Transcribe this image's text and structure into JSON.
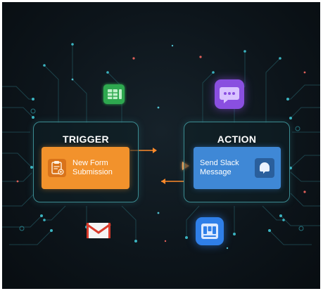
{
  "trigger": {
    "title": "TRIGGER",
    "card_line1": "New Form",
    "card_line2": "Submission"
  },
  "action": {
    "title": "ACTION",
    "card_line1": "Send Slack",
    "card_line2": "Message"
  },
  "colors": {
    "background": "#0d151b",
    "panel_border": "#3b8a90",
    "trigger_card": "#f2922c",
    "action_card": "#3f88d6",
    "connector": "#ff8a2a",
    "sheets_icon": "#2fa84f",
    "chat_icon": "#8a4fe0",
    "mail_icon": "#d93a2b",
    "tasks_icon": "#2f7fe8"
  },
  "icons": {
    "top_left": "spreadsheet-icon",
    "top_right": "chat-bubble-icon",
    "bottom_left": "mail-icon",
    "bottom_right": "task-board-icon",
    "trigger_card": "clipboard-icon",
    "action_card": "chat-headset-icon"
  }
}
